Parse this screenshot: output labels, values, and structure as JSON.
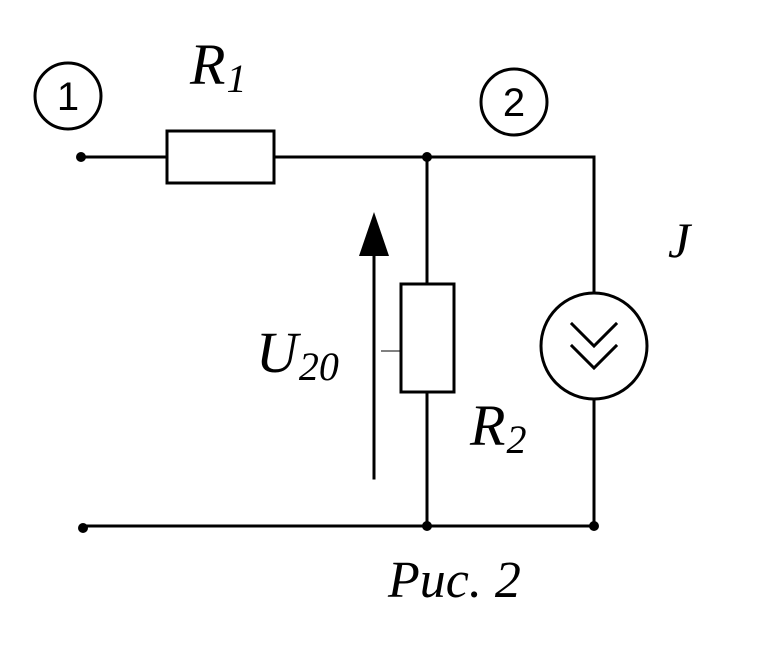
{
  "nodes": [
    {
      "id": "node-1",
      "label": "1"
    },
    {
      "id": "node-2",
      "label": "2"
    }
  ],
  "components": {
    "r1": {
      "symbol": "R",
      "subscript": "1"
    },
    "r2": {
      "symbol": "R",
      "subscript": "2"
    },
    "current_source": {
      "symbol": "J"
    },
    "voltage": {
      "symbol": "U",
      "subscript": "20"
    }
  },
  "caption": "Рис. 2",
  "colors": {
    "line": "#000000",
    "background": "#ffffff"
  }
}
